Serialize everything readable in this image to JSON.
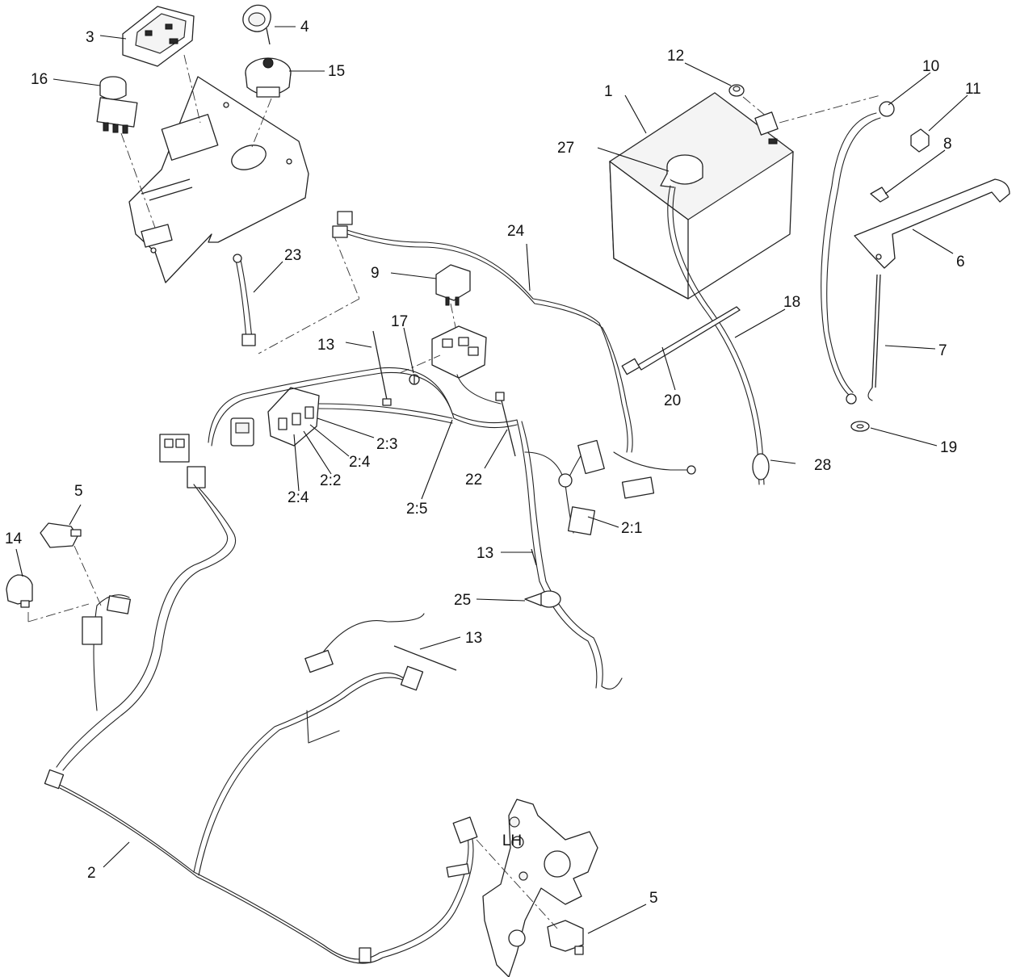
{
  "diagram": {
    "type": "exploded parts diagram",
    "subject": "electrical wire harness assembly"
  },
  "callouts": [
    {
      "id": "c1",
      "label": "1"
    },
    {
      "id": "c2",
      "label": "2"
    },
    {
      "id": "c2-1",
      "label": "2:1"
    },
    {
      "id": "c2-2",
      "label": "2:2"
    },
    {
      "id": "c2-3",
      "label": "2:3"
    },
    {
      "id": "c2-4a",
      "label": "2:4"
    },
    {
      "id": "c2-4b",
      "label": "2:4"
    },
    {
      "id": "c2-5",
      "label": "2:5"
    },
    {
      "id": "c3",
      "label": "3"
    },
    {
      "id": "c4",
      "label": "4"
    },
    {
      "id": "c5a",
      "label": "5"
    },
    {
      "id": "c5b",
      "label": "5"
    },
    {
      "id": "c6",
      "label": "6"
    },
    {
      "id": "c7",
      "label": "7"
    },
    {
      "id": "c8",
      "label": "8"
    },
    {
      "id": "c9",
      "label": "9"
    },
    {
      "id": "c10",
      "label": "10"
    },
    {
      "id": "c11",
      "label": "11"
    },
    {
      "id": "c12",
      "label": "12"
    },
    {
      "id": "c13a",
      "label": "13"
    },
    {
      "id": "c13b",
      "label": "13"
    },
    {
      "id": "c13c",
      "label": "13"
    },
    {
      "id": "c14",
      "label": "14"
    },
    {
      "id": "c15",
      "label": "15"
    },
    {
      "id": "c16",
      "label": "16"
    },
    {
      "id": "c17",
      "label": "17"
    },
    {
      "id": "c18",
      "label": "18"
    },
    {
      "id": "c19",
      "label": "19"
    },
    {
      "id": "c20",
      "label": "20"
    },
    {
      "id": "c22",
      "label": "22"
    },
    {
      "id": "c23",
      "label": "23"
    },
    {
      "id": "c24",
      "label": "24"
    },
    {
      "id": "c25",
      "label": "25"
    },
    {
      "id": "c27",
      "label": "27"
    },
    {
      "id": "c28",
      "label": "28"
    }
  ],
  "bracket_markings": {
    "side": "LH"
  }
}
